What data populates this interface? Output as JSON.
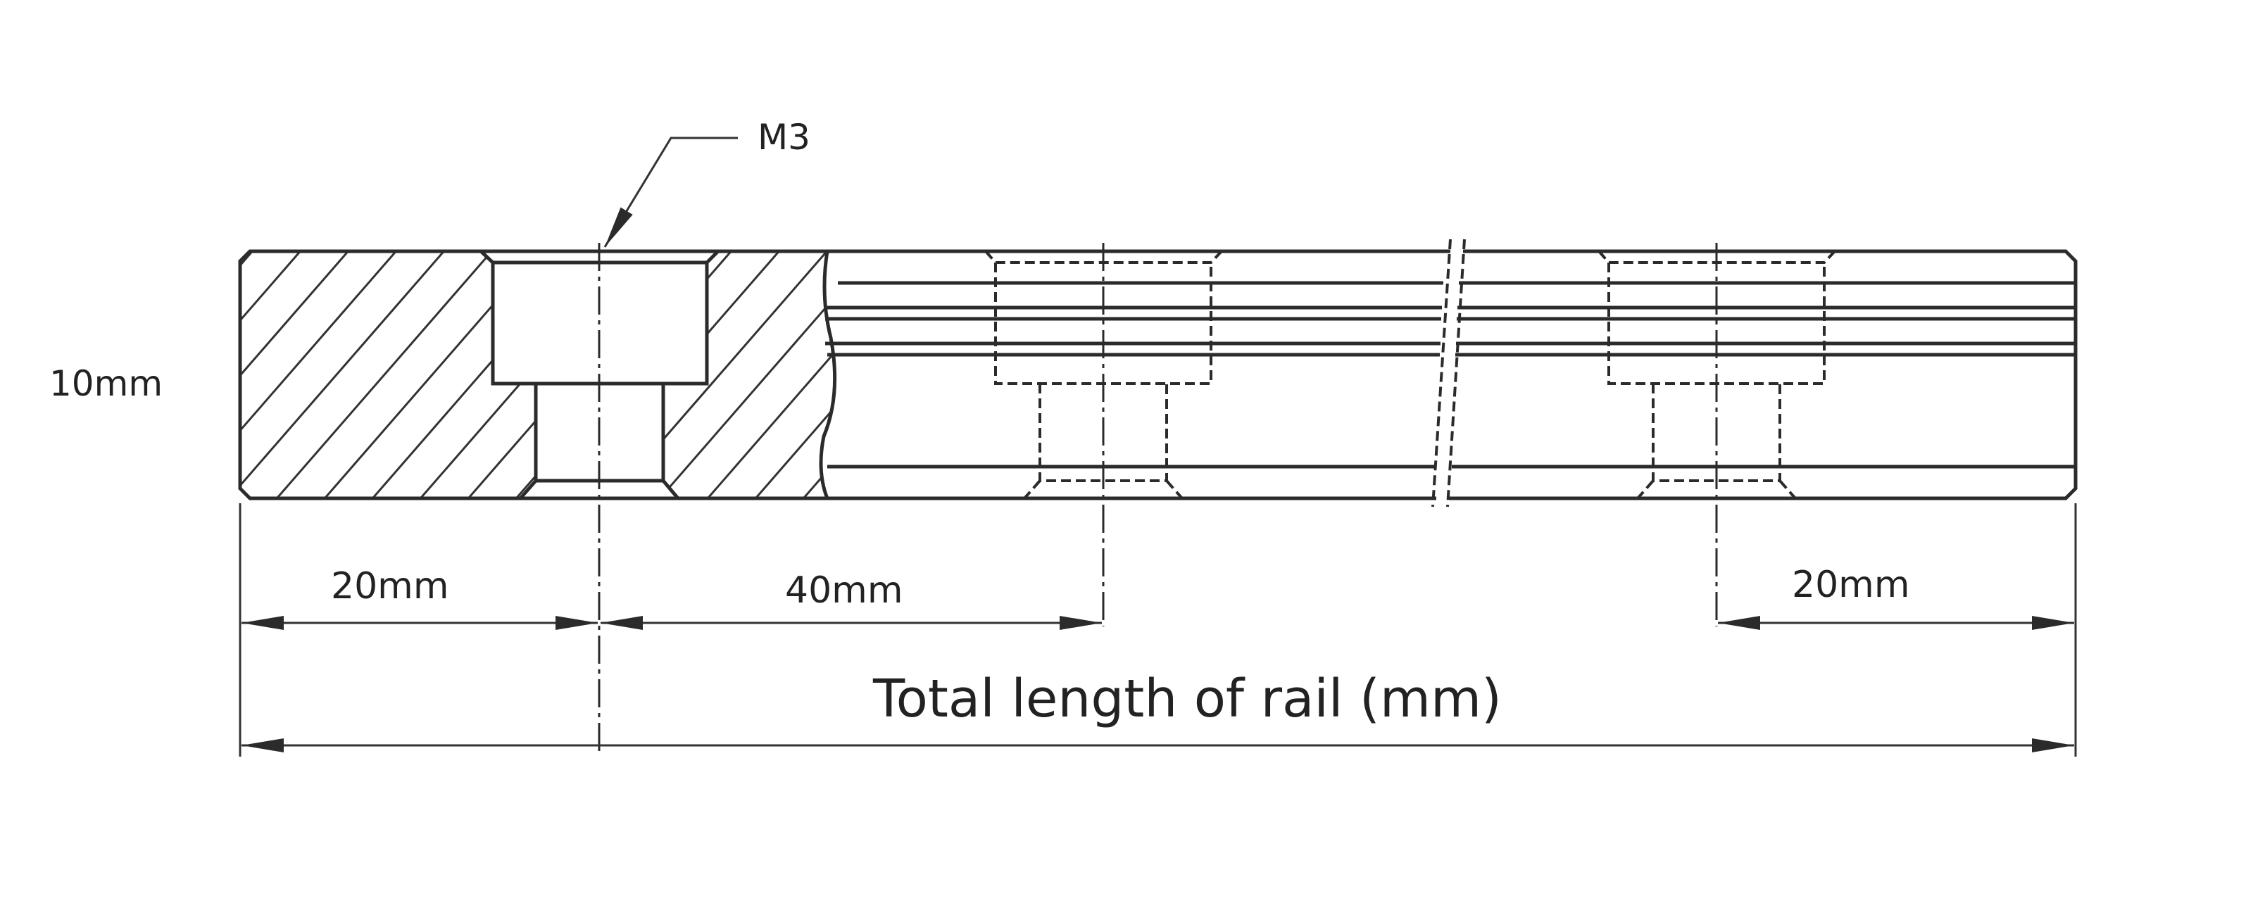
{
  "drawing": {
    "thread_callout": "M3",
    "height_label": "10mm",
    "dim_first_hole": "20mm",
    "dim_pitch": "40mm",
    "dim_last_hole": "20mm",
    "total_length_label": "Total length of rail (mm)"
  },
  "colors": {
    "line": "#2b2b2b",
    "background": "#ffffff"
  }
}
